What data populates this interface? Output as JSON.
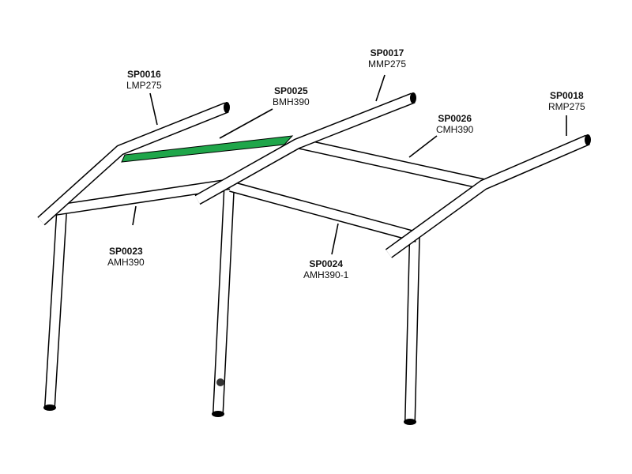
{
  "colors": {
    "highlight": "#1fa64a",
    "line": "#000000"
  },
  "parts": [
    {
      "code": "SP0016",
      "name": "LMP275"
    },
    {
      "code": "SP0025",
      "name": "BMH390"
    },
    {
      "code": "SP0017",
      "name": "MMP275"
    },
    {
      "code": "SP0026",
      "name": "CMH390"
    },
    {
      "code": "SP0018",
      "name": "RMP275"
    },
    {
      "code": "SP0023",
      "name": "AMH390"
    },
    {
      "code": "SP0024",
      "name": "AMH390-1"
    }
  ],
  "highlighted_part": "SP0025"
}
